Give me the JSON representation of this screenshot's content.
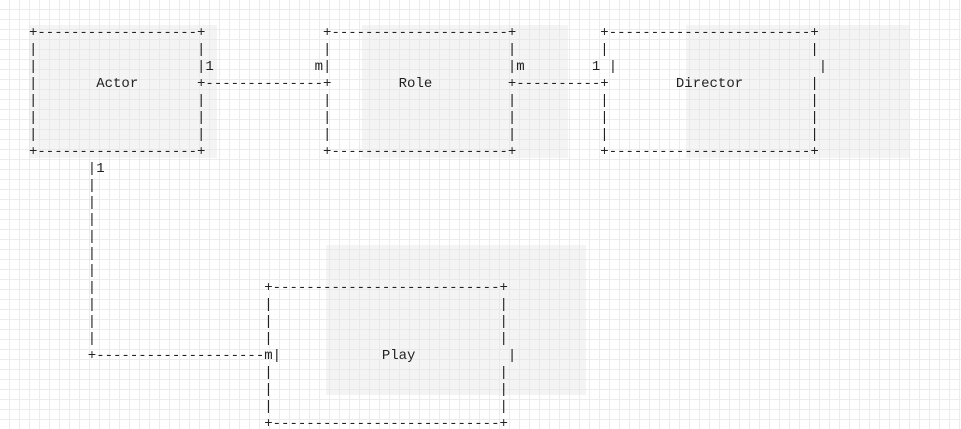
{
  "diagram": {
    "art": "+-------------------+              +---------------------+          +------------------------+\n|                   |              |                     |          |                        |\n|                   |1            m|                     |m        1 |                        |\n|       Actor       +--------------+        Role         +----------+        Director        |\n|                   |              |                     |          |                        |\n|                   |              |                     |          |                        |\n|                   |              |                     |          |                        |\n+-------------------+              +---------------------+          +------------------------+\n       |1\n       |\n       |\n       |\n       |\n       |\n       |\n       |                    +---------------------------+\n       |                    |                           |\n       |                    |                           |\n       |                    |                           |\n       +--------------------m|            Play           |\n                            |                           |\n                            |                           |\n                            |                           |\n                            +---------------------------+"
  },
  "entities": [
    {
      "name": "Actor"
    },
    {
      "name": "Role"
    },
    {
      "name": "Director"
    },
    {
      "name": "Play"
    }
  ],
  "relationships": [
    {
      "from": "Actor",
      "to": "Role",
      "from_card": "1",
      "to_card": "m"
    },
    {
      "from": "Role",
      "to": "Director",
      "from_card": "m",
      "to_card": "1"
    },
    {
      "from": "Actor",
      "to": "Play",
      "from_card": "1",
      "to_card": "m"
    }
  ]
}
